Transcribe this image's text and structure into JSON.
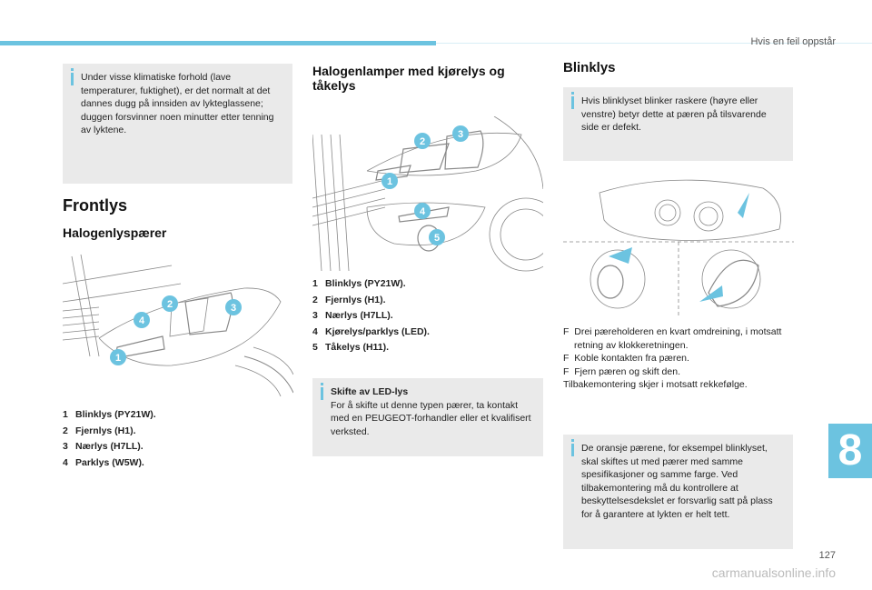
{
  "header": {
    "title": "Hvis en feil oppstår"
  },
  "col1": {
    "note": "Under visse klimatiske forhold (lave temperaturer, fuktighet), er det normalt at det dannes dugg på innsiden av lykteglassene; duggen forsvinner noen minutter etter tenning av lyktene.",
    "heading": "Frontlys",
    "subheading": "Halogenlyspærer",
    "badges": [
      "1",
      "2",
      "3",
      "4"
    ],
    "list": [
      {
        "n": "1",
        "t": "Blinklys (PY21W)."
      },
      {
        "n": "2",
        "t": "Fjernlys (H1)."
      },
      {
        "n": "3",
        "t": "Nærlys (H7LL)."
      },
      {
        "n": "4",
        "t": "Parklys (W5W)."
      }
    ]
  },
  "col2": {
    "heading": "Halogenlamper med kjørelys og tåkelys",
    "badges": [
      "1",
      "2",
      "3",
      "4",
      "5"
    ],
    "list": [
      {
        "n": "1",
        "t": "Blinklys (PY21W)."
      },
      {
        "n": "2",
        "t": "Fjernlys (H1)."
      },
      {
        "n": "3",
        "t": "Nærlys (H7LL)."
      },
      {
        "n": "4",
        "t": "Kjørelys/parklys (LED)."
      },
      {
        "n": "5",
        "t": "Tåkelys (H11)."
      }
    ],
    "note_title": "Skifte av LED-lys",
    "note": "For å skifte ut denne typen pærer, ta kontakt med en PEUGEOT-forhandler eller et kvalifisert verksted."
  },
  "col3": {
    "heading": "Blinklys",
    "note": "Hvis blinklyset blinker raskere (høyre eller venstre) betyr dette at pæren på tilsvarende side er defekt.",
    "steps": [
      "Drei pæreholderen en kvart omdreining, i motsatt retning av klokkeretningen.",
      "Koble kontakten fra pæren.",
      "Fjern pæren og skift den."
    ],
    "step_bullet": "F",
    "after": "Tilbakemontering skjer i motsatt rekkefølge.",
    "note2": "De oransje pærene, for eksempel blinklyset, skal skiftes ut med pærer med samme spesifikasjoner og samme farge. Ved tilbakemontering må du kontrollere at beskyttelsesdekslet er forsvarlig satt på plass for å garantere at lykten er helt tett."
  },
  "footer": {
    "chapter": "8",
    "page": "127",
    "watermark": "carmanualsonline.info"
  }
}
